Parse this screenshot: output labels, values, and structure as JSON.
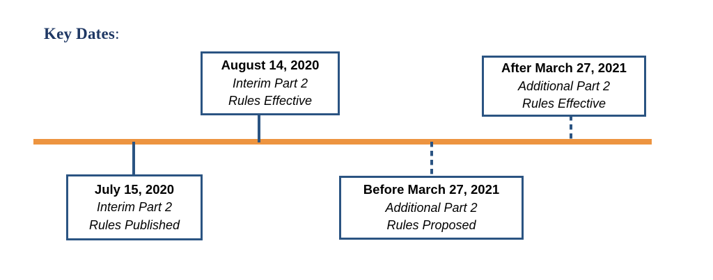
{
  "title": {
    "text": "Key Dates",
    "colon": ":"
  },
  "colors": {
    "timeline_bar": "#ed9440",
    "box_border": "#2b5482",
    "connector": "#2b5482",
    "title_text": "#1f3864",
    "box_text": "#000000",
    "background": "#ffffff"
  },
  "timeline": {
    "orientation": "horizontal",
    "bar_label": "timeline-bar"
  },
  "events": [
    {
      "id": "july-15-2020",
      "date": "July 15, 2020",
      "line2": "Interim Part 2",
      "line3": "Rules Published",
      "position": "below",
      "connector_style": "solid"
    },
    {
      "id": "august-14-2020",
      "date": "August 14, 2020",
      "line2": "Interim Part 2",
      "line3": "Rules Effective",
      "position": "above",
      "connector_style": "solid"
    },
    {
      "id": "before-march-27-2021",
      "date": "Before March 27, 2021",
      "line2": "Additional Part 2",
      "line3": "Rules Proposed",
      "position": "below",
      "connector_style": "dashed"
    },
    {
      "id": "after-march-27-2021",
      "date": "After March 27, 2021",
      "line2": "Additional Part 2",
      "line3": "Rules Effective",
      "position": "above",
      "connector_style": "dashed"
    }
  ]
}
